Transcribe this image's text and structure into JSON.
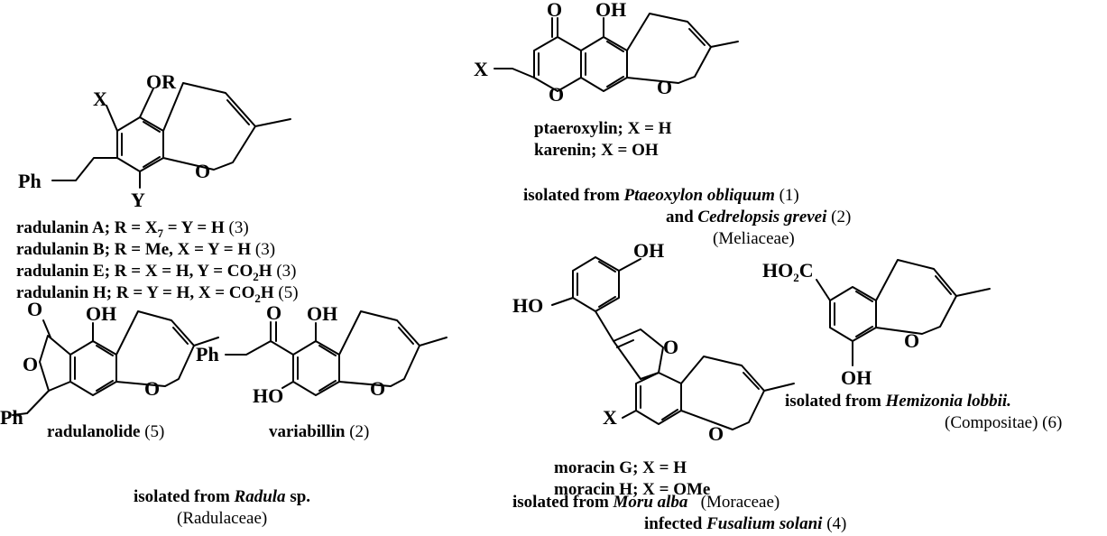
{
  "colors": {
    "ink": "#000000",
    "background": "#ffffff"
  },
  "radulanin_structure": {
    "substituent_or": "OR",
    "substituent_x": "X",
    "substituent_y": "Y",
    "substituent_ph": "Ph",
    "ring_oxygen": "O"
  },
  "radulanin_labels": [
    {
      "name": "radulanin A",
      "pre": "; R = X",
      "sub": "7",
      "post": " = Y = H",
      "ref": " (3)"
    },
    {
      "name": "radulanin B",
      "text": "; R = Me, X = Y = H",
      "ref": " (3)"
    },
    {
      "name": "radulanin E",
      "pre": "; R = X  = H, Y = CO",
      "sub": "2",
      "post": "H",
      "ref": " (3)"
    },
    {
      "name": "radulanin H",
      "pre": "; R = Y = H, X = CO",
      "sub": "2",
      "post": "H",
      "ref": " (5)"
    }
  ],
  "radulanolide": {
    "carbonyl_o": "O",
    "oh": "OH",
    "lactone_o": "O",
    "ring_o": "O",
    "ph": "Ph",
    "name": "radulanolide",
    "ref": " (5)"
  },
  "variabillin": {
    "ph": "Ph",
    "carbonyl_o": "O",
    "oh_top": "OH",
    "oh_bottom": "HO",
    "ring_o": "O",
    "name": "variabillin",
    "ref": " (2)"
  },
  "radula_source": {
    "prefix": "isolated from ",
    "genus": "Radula",
    "suffix": " sp.",
    "family": "(Radulaceae)"
  },
  "ptaeroxylin": {
    "carbonyl_o": "O",
    "oh": "OH",
    "x": "X",
    "pyran_o": "O",
    "ring_o": "O",
    "line1": "ptaeroxylin; X = H",
    "line2": "karenin; X = OH"
  },
  "meliaceae_source": {
    "line1_prefix": "isolated from ",
    "line1_species": "Ptaeoxylon obliquum",
    "line1_ref": " (1)",
    "line2_prefix": "and ",
    "line2_species": "Cedrelopsis grevei",
    "line2_ref": " (2)",
    "family": "(Meliaceae)"
  },
  "moracin": {
    "oh": "OH",
    "ho": "HO",
    "furan_o": "O",
    "x": "X",
    "ring_o": "O",
    "line1": "moracin G; X = H",
    "line2": "moracin H; X = OMe"
  },
  "moraceae_source": {
    "line1_prefix": "isolated from ",
    "line1_species": "Moru alba",
    "line1_family": "   (Moraceae)",
    "line2_prefix": "infected ",
    "line2_species": "Fusalium solani",
    "line2_ref": " (4)"
  },
  "hemizonia": {
    "ho2c": "HO",
    "ho2c_sub": "2",
    "ho2c_c": "C",
    "ring_o": "O",
    "oh": "OH",
    "source_prefix": "isolated from ",
    "source_species": "Hemizonia lobbii.",
    "family": "(Compositae) (6)"
  }
}
